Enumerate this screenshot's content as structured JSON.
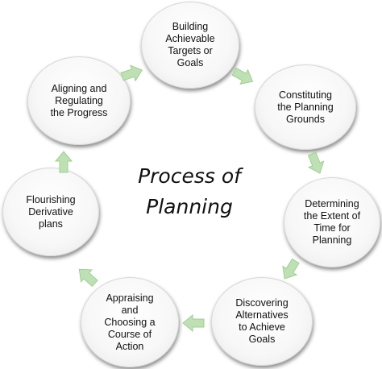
{
  "diagram": {
    "title": "Process of\nPlanning",
    "colors": {
      "arrow_fill": "#bfe0b5",
      "arrow_stroke": "#9fcf93",
      "node_border": "#d7d7d7"
    },
    "steps": [
      {
        "label": "Building\nAchievable\nTargets or\nGoals"
      },
      {
        "label": "Constituting\nthe Planning\nGrounds"
      },
      {
        "label": "Determining\nthe Extent of\nTime for\nPlanning"
      },
      {
        "label": "Discovering\nAlternatives\nto Achieve\nGoals"
      },
      {
        "label": "Appraising\nand\nChoosing a\nCourse of\nAction"
      },
      {
        "label": "Flourishing\nDerivative\nplans"
      },
      {
        "label": "Aligning and\nRegulating\nthe Progress"
      }
    ],
    "arrow_icon": "right-arrow-icon"
  }
}
